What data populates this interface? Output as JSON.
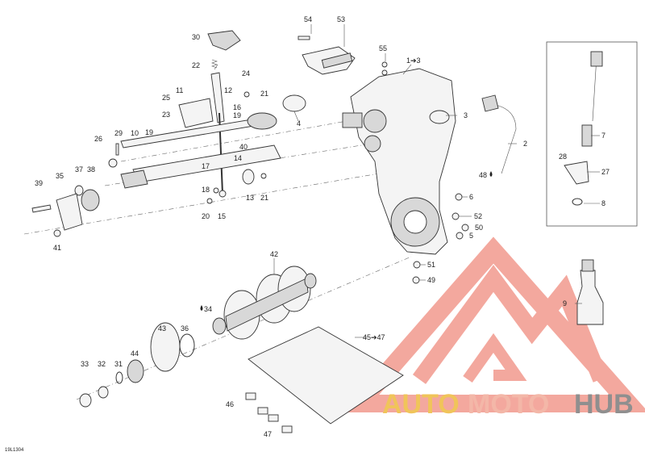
{
  "diagram_id": "19L1304",
  "callouts": [
    {
      "id": "c54",
      "text": "54"
    },
    {
      "id": "c53",
      "text": "53"
    },
    {
      "id": "c55",
      "text": "55"
    },
    {
      "id": "c1to3",
      "text": "1➔3"
    },
    {
      "id": "c30",
      "text": "30"
    },
    {
      "id": "c22",
      "text": "22"
    },
    {
      "id": "c24",
      "text": "24"
    },
    {
      "id": "c11",
      "text": "11"
    },
    {
      "id": "c12",
      "text": "12"
    },
    {
      "id": "c21a",
      "text": "21"
    },
    {
      "id": "c25",
      "text": "25"
    },
    {
      "id": "c16",
      "text": "16"
    },
    {
      "id": "c23",
      "text": "23"
    },
    {
      "id": "c19a",
      "text": "19"
    },
    {
      "id": "c19b",
      "text": "19"
    },
    {
      "id": "c3",
      "text": "3"
    },
    {
      "id": "c4",
      "text": "4"
    },
    {
      "id": "c29",
      "text": "29"
    },
    {
      "id": "c10",
      "text": "10"
    },
    {
      "id": "c26",
      "text": "26"
    },
    {
      "id": "c2",
      "text": "2"
    },
    {
      "id": "c40",
      "text": "40"
    },
    {
      "id": "c7",
      "text": "7"
    },
    {
      "id": "c14",
      "text": "14"
    },
    {
      "id": "c17",
      "text": "17"
    },
    {
      "id": "c37",
      "text": "37"
    },
    {
      "id": "c38",
      "text": "38"
    },
    {
      "id": "c35",
      "text": "35"
    },
    {
      "id": "c48",
      "text": "48"
    },
    {
      "id": "c28",
      "text": "28"
    },
    {
      "id": "c27",
      "text": "27"
    },
    {
      "id": "c39",
      "text": "39"
    },
    {
      "id": "c18",
      "text": "18"
    },
    {
      "id": "c13",
      "text": "13"
    },
    {
      "id": "c21b",
      "text": "21"
    },
    {
      "id": "c6",
      "text": "6"
    },
    {
      "id": "c8",
      "text": "8"
    },
    {
      "id": "c20",
      "text": "20"
    },
    {
      "id": "c15",
      "text": "15"
    },
    {
      "id": "c52",
      "text": "52"
    },
    {
      "id": "c50",
      "text": "50"
    },
    {
      "id": "c5",
      "text": "5"
    },
    {
      "id": "c41",
      "text": "41"
    },
    {
      "id": "c42",
      "text": "42"
    },
    {
      "id": "c51",
      "text": "51"
    },
    {
      "id": "c49",
      "text": "49"
    },
    {
      "id": "c9",
      "text": "9"
    },
    {
      "id": "c34",
      "text": "34"
    },
    {
      "id": "c43",
      "text": "43"
    },
    {
      "id": "c36",
      "text": "36"
    },
    {
      "id": "c45to47",
      "text": "45➔47"
    },
    {
      "id": "c33",
      "text": "33"
    },
    {
      "id": "c32",
      "text": "32"
    },
    {
      "id": "c31",
      "text": "31"
    },
    {
      "id": "c44",
      "text": "44"
    },
    {
      "id": "c46",
      "text": "46"
    },
    {
      "id": "c47",
      "text": "47"
    }
  ],
  "watermark": {
    "text_auto": "AUTO",
    "text_moto": "MOTO",
    "text_hub": "HUB",
    "color_auto": "#f0c45a",
    "color_moto": "#f3b7a8",
    "color_hub": "#8f8f8f",
    "color_triangle": "#f19a8e"
  }
}
